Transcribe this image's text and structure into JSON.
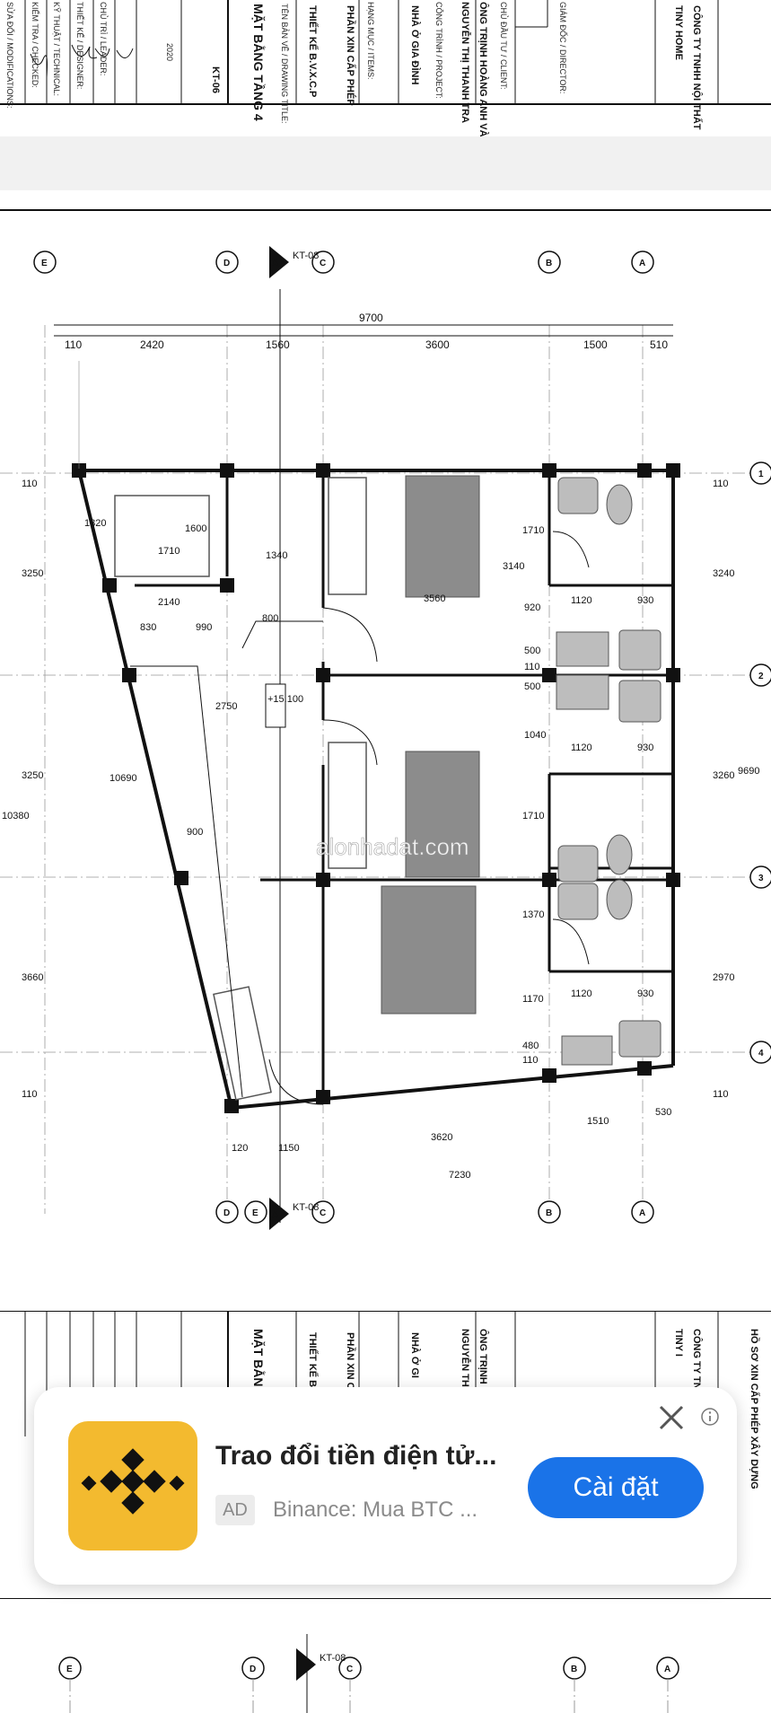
{
  "watermark": "alonhadat.com",
  "title_block_top": {
    "company_a": "CÔNG TY TNHH NỘI THẤT",
    "company_b": "TINY HOME",
    "director_label": "GIÁM ĐỐC / DIRECTOR:",
    "client_label": "CHỦ ĐẦU TƯ / CLIENT:",
    "client_a": "ÔNG TRỊNH HOÀNG ANH VÀ BÀ",
    "client_b": "NGUYỄN THỊ THANH TRA",
    "project_label": "CÔNG TRÌNH / PROJECT:",
    "project": "NHÀ Ở GIA ĐÌNH",
    "items_label": "HẠNG MỤC / ITEMS:",
    "items": "PHẦN XIN CẤP PHÉP",
    "drawing_title_label": "TÊN BẢN VẼ / DRAWING TITLE:",
    "drawing_title": "THIẾT KẾ B.V.X.C.P",
    "sheet_title": "MẶT BẰNG TẦNG 4",
    "sheet_no": "KT-06",
    "date": "2020",
    "modifications_label": "SỬA ĐỔI / MODIFICATIONS:",
    "roles": [
      "KIỂM TRA / CHECKED:",
      "KỸ THUẬT / TECHNICAL:",
      "THIẾT KẾ / DESIGNER:",
      "CHỦ TRÌ / LEADER:"
    ]
  },
  "title_block_bottom": {
    "company_a": "CÔNG TY TNH",
    "company_b": "TINY I",
    "permit": "HỒ SƠ XIN CẤP PHÉP XÂY DỰNG",
    "client_a": "ÔNG TRỊNH HOÀN",
    "client_b": "NGUYỄN THỊ TH",
    "project": "NHÀ Ở GI",
    "items": "PHẦN XIN C",
    "drawing_title": "THIẾT KẾ B",
    "sheet_title": "MẶT BẰNG"
  },
  "plan": {
    "grid_letters": [
      "E",
      "D",
      "C",
      "B",
      "A"
    ],
    "grid_numbers": [
      "1",
      "2",
      "3",
      "4"
    ],
    "section_mark": "KT-08",
    "section_letter": "A",
    "level_mark": "+15.100",
    "dims_top_total": "9700",
    "dims_top": [
      "110",
      "2420",
      "1560",
      "3600",
      "1500",
      "510"
    ],
    "dims_right_total": "9690",
    "dims_right": [
      "110",
      "3240",
      "3260",
      "2970",
      "110"
    ],
    "dims_left_total": "10380",
    "dims_left": [
      "110",
      "3250",
      "3250",
      "3660",
      "110"
    ],
    "dims_bottom": [
      "120",
      "1150",
      "3620",
      "1510",
      "530"
    ],
    "dims_bottom_total": "7230",
    "dims_inner": [
      "1600",
      "1710",
      "1820",
      "1340",
      "2140",
      "830",
      "990",
      "800",
      "3560",
      "1710",
      "3140",
      "920",
      "1120",
      "930",
      "500",
      "110",
      "500",
      "1040",
      "1120",
      "930",
      "2750",
      "10690",
      "900",
      "1710",
      "1370",
      "1170",
      "1120",
      "930",
      "480",
      "110"
    ]
  },
  "ad": {
    "title": "Trao đổi tiền điện tử...",
    "badge": "AD",
    "subtitle": "Binance: Mua BTC ...",
    "button": "Cài đặt",
    "brand_color": "#F3BA2F",
    "button_color": "#1a73e8",
    "close_icon": "close-icon",
    "info_icon": "info-icon"
  }
}
